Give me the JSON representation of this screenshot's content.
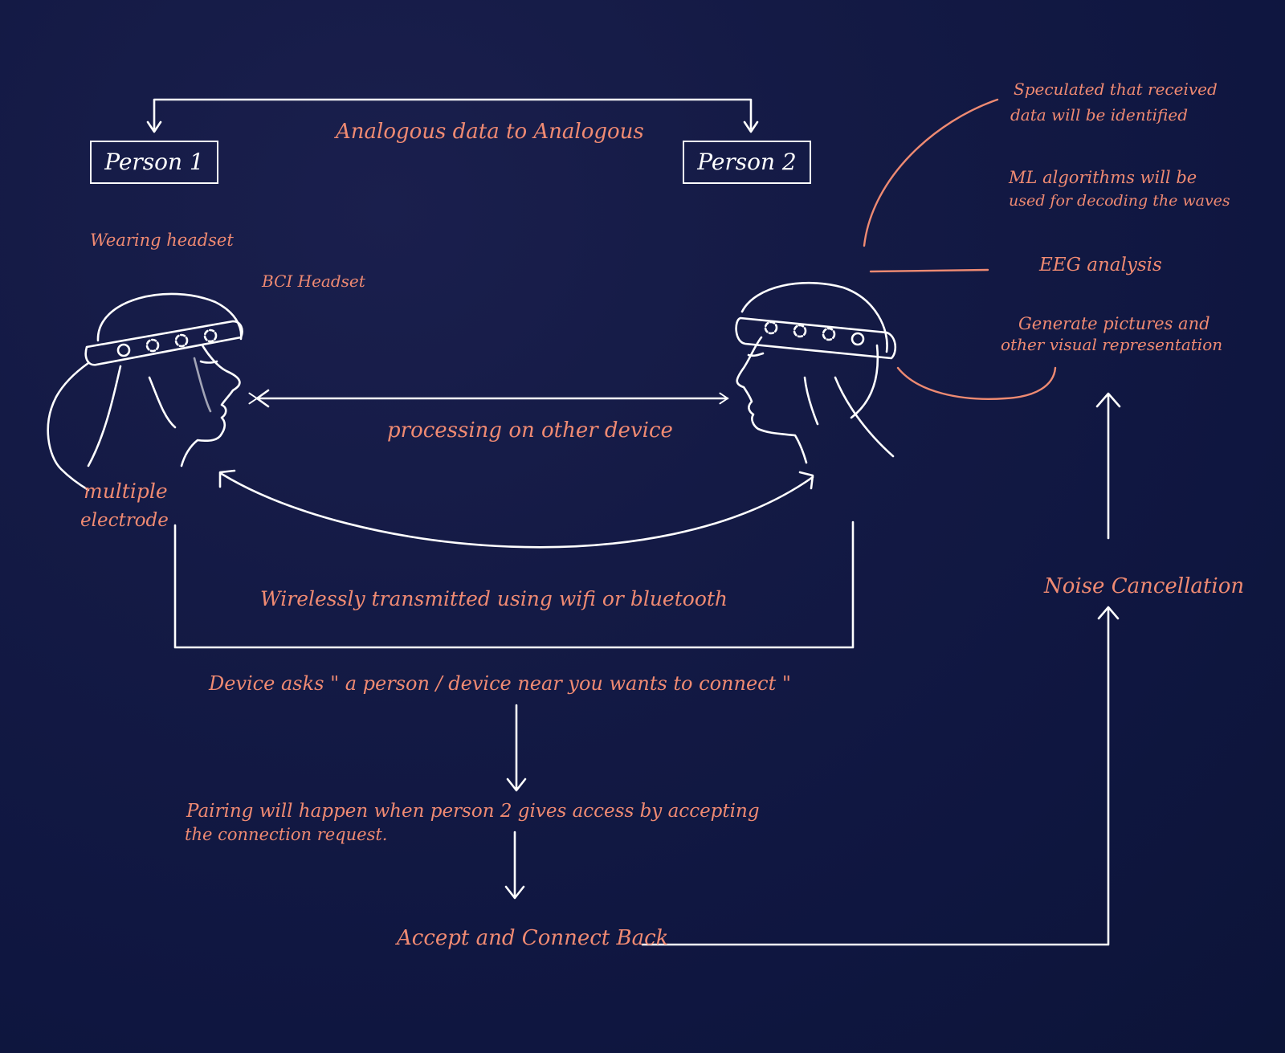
{
  "colors": {
    "background": "#121a45",
    "line": "#ffffff",
    "annotation": "#f08a72"
  },
  "nodes": {
    "person1": "Person 1",
    "person2": "Person 2"
  },
  "labels": {
    "analogous": "Analogous data to Analogous",
    "wearing_headset": "Wearing headset",
    "bci_headset": "BCI Headset",
    "processing": "processing on other device",
    "multiple": "multiple",
    "electrode": "electrode",
    "wireless": "Wirelessly transmitted using wifi or bluetooth",
    "device_asks": "Device asks \" a person / device near you wants to connect \"",
    "pairing_line1": "Pairing will happen when person 2 gives access by accepting",
    "pairing_line2": "the connection request.",
    "accept": "Accept and Connect Back",
    "noise": "Noise Cancellation",
    "speculated_line1": "Speculated that received",
    "speculated_line2": "data will be identified",
    "ml_line1": "ML algorithms will be",
    "ml_line2": "used for decoding the waves",
    "eeg": "EEG analysis",
    "generate_line1": "Generate pictures and",
    "generate_line2": "other visual representation"
  },
  "icons": [
    "person-1-head-icon",
    "person-2-head-icon",
    "bci-headset-icon"
  ]
}
